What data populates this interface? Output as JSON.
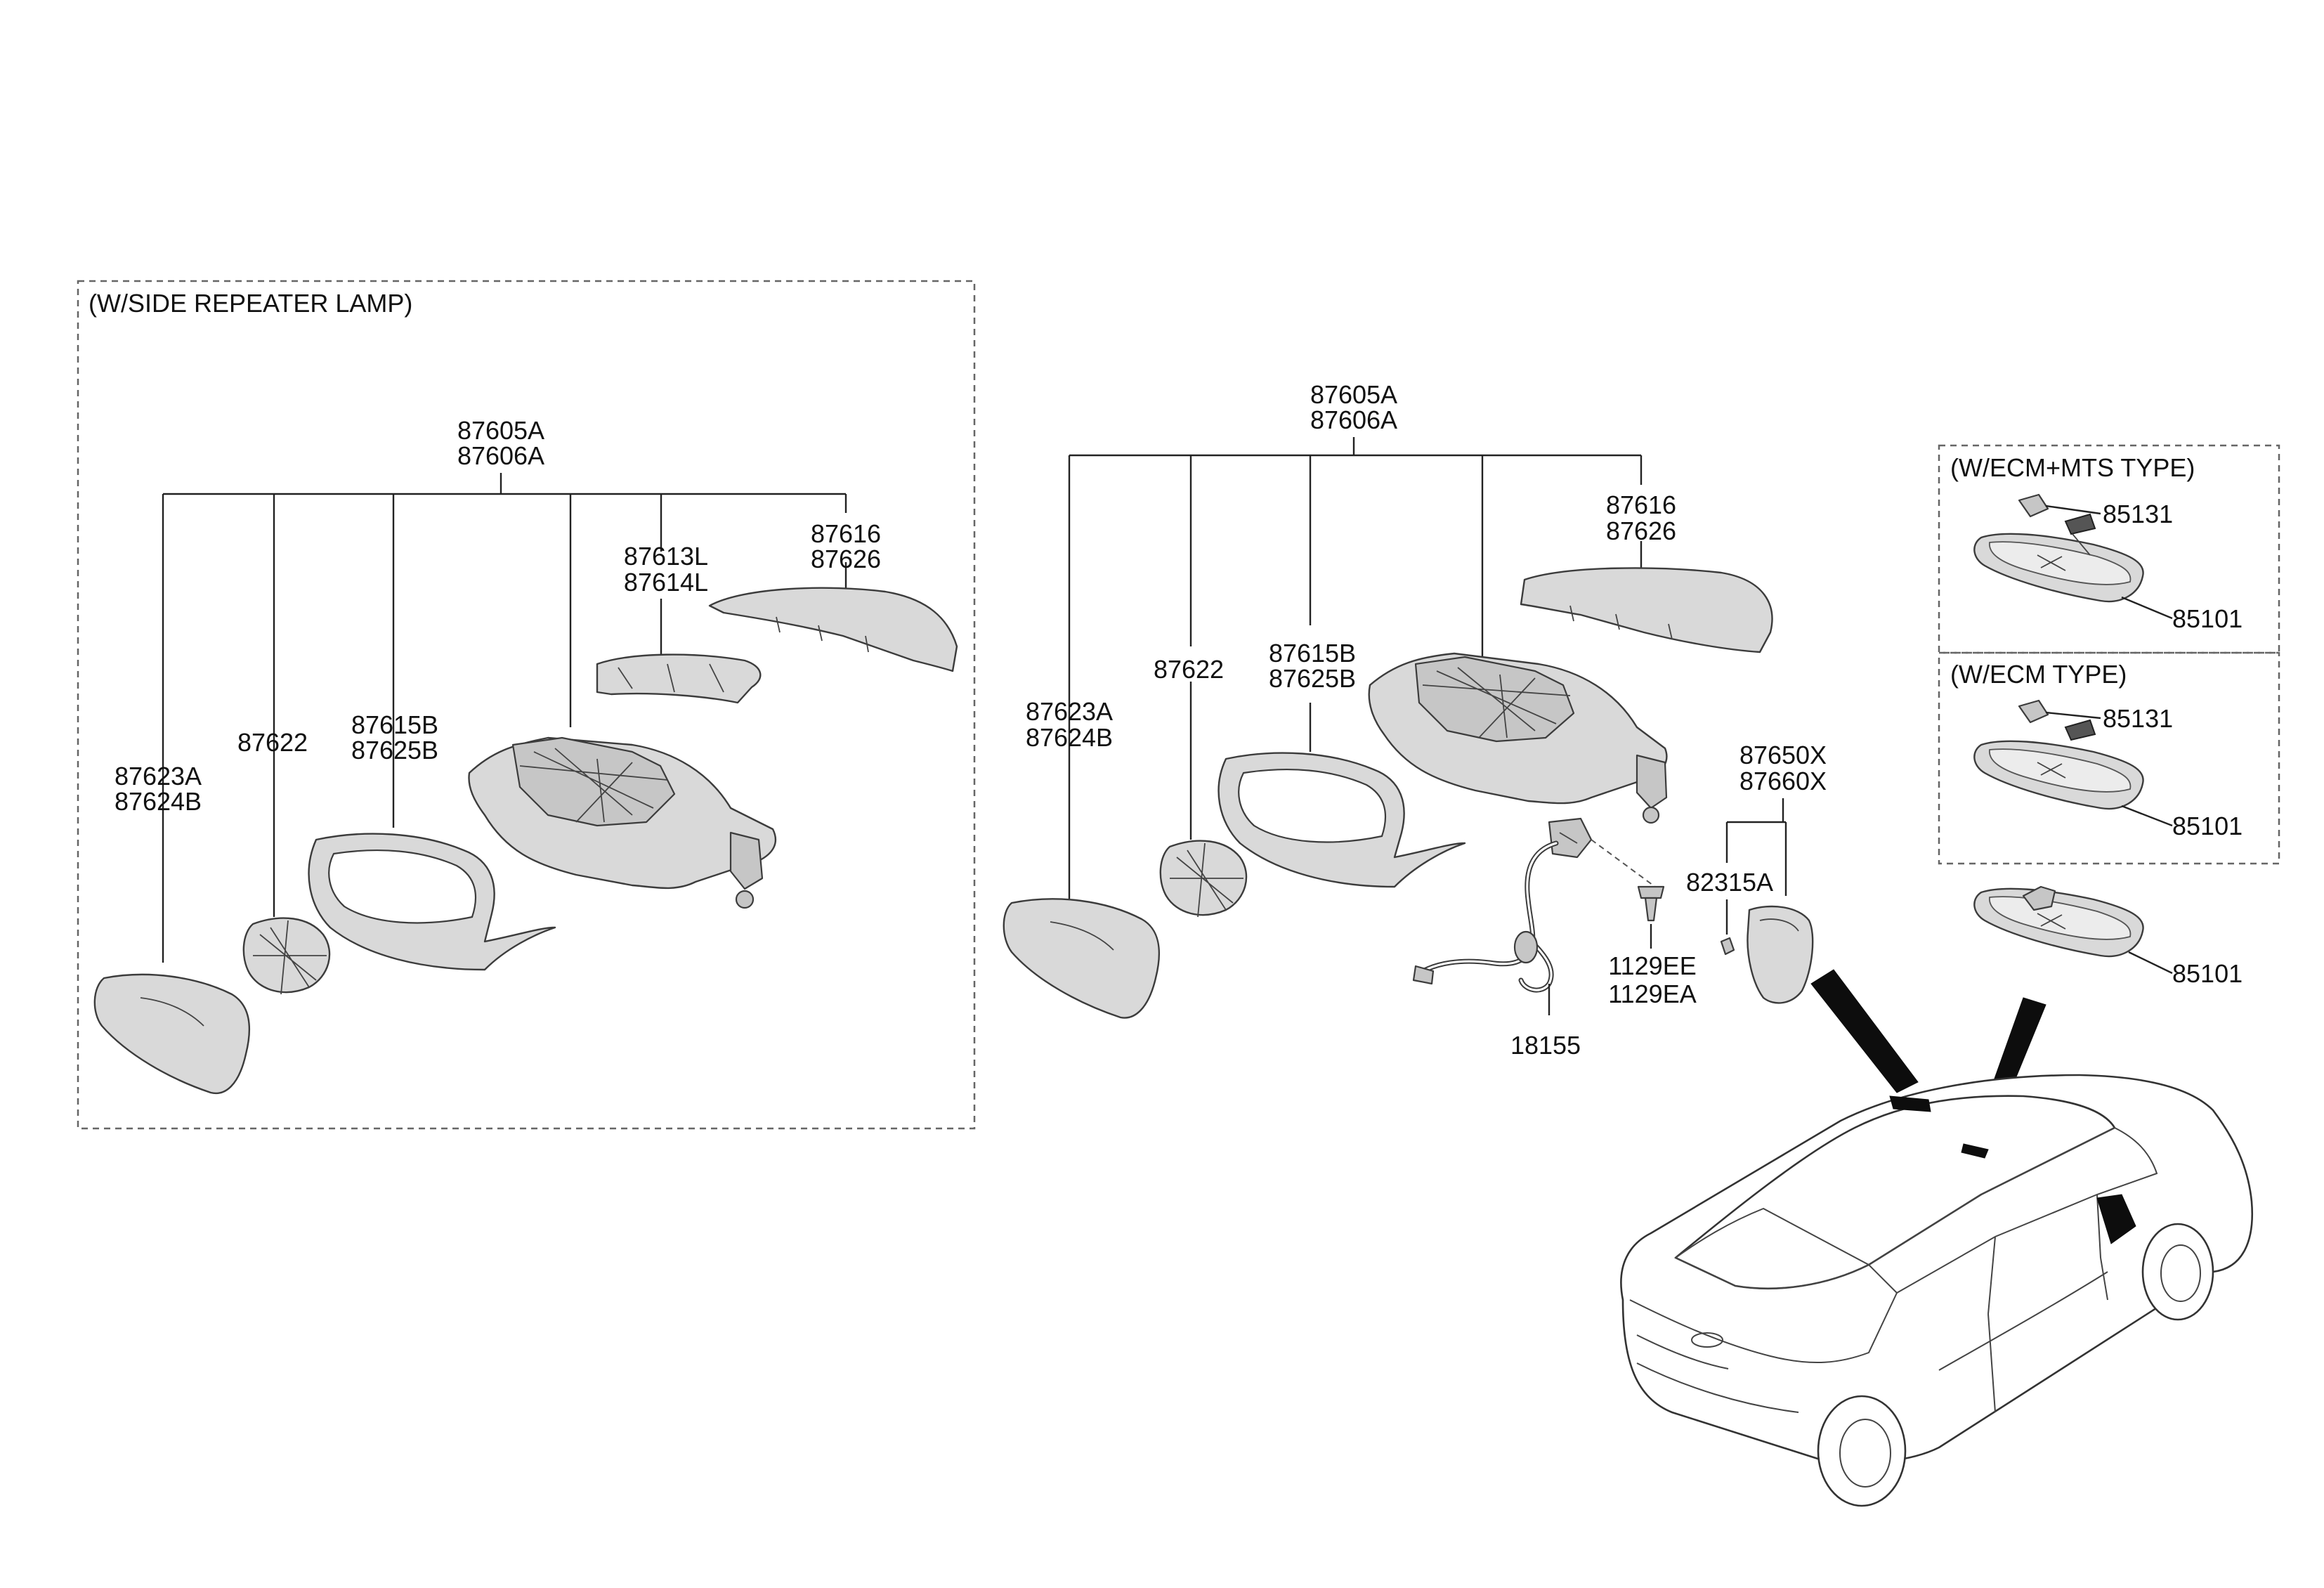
{
  "groups": {
    "side_repeater": "(W/SIDE REPEATER LAMP)",
    "ecm_mts": "(W/ECM+MTS TYPE)",
    "ecm": "(W/ECM TYPE)"
  },
  "left": {
    "assembly_a": "87605A",
    "assembly_b": "87606A",
    "glass_a": "87623A",
    "glass_b": "87624B",
    "actuator": "87622",
    "housing_a": "87615B",
    "housing_b": "87625B",
    "repeater_a": "87613L",
    "repeater_b": "87614L",
    "cover_a": "87616",
    "cover_b": "87626"
  },
  "center": {
    "assembly_a": "87605A",
    "assembly_b": "87606A",
    "glass_a": "87623A",
    "glass_b": "87624B",
    "actuator": "87622",
    "housing_a": "87615B",
    "housing_b": "87625B",
    "cover_a": "87616",
    "cover_b": "87626",
    "camera_a": "87650X",
    "camera_b": "87660X",
    "clip": "82315A",
    "screw_a": "1129EE",
    "screw_b": "1129EA",
    "harness": "18155"
  },
  "right": {
    "ecm_mts_cover": "85131",
    "ecm_mts_mirror": "85101",
    "ecm_cover": "85131",
    "ecm_mirror": "85101",
    "std_mirror": "85101"
  },
  "colors": {
    "part_fill": "#d9d9d9",
    "outline": "#3c3c3c",
    "leader": "#222222",
    "frame": "#666666"
  }
}
